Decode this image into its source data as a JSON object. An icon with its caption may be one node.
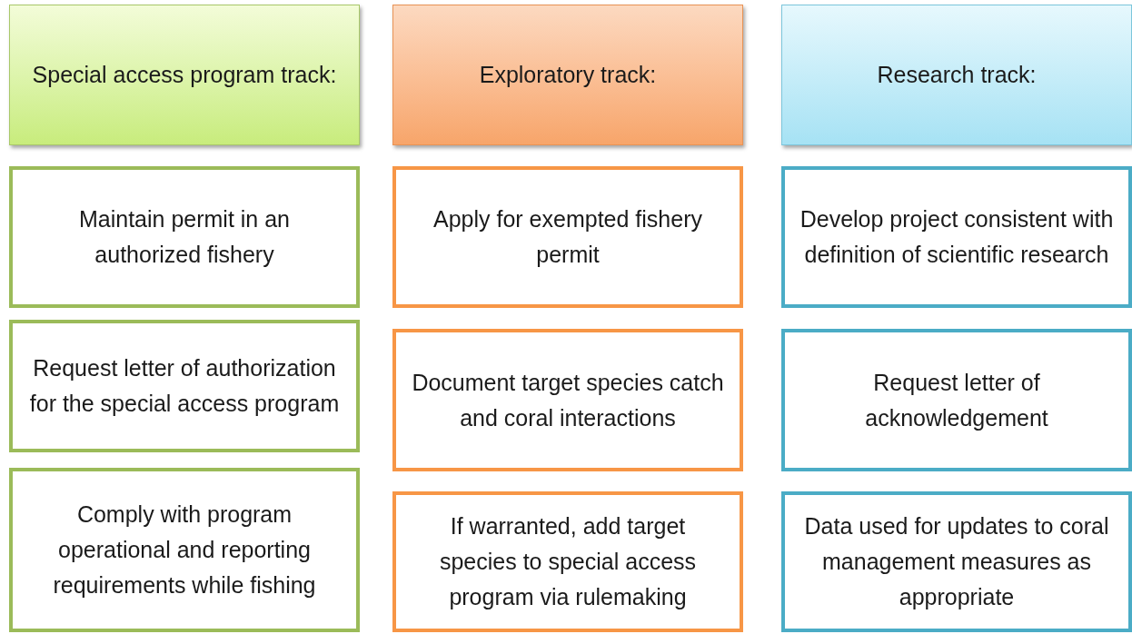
{
  "diagram": {
    "nodes": [
      {
        "text": [
          "Special access program track:"
        ]
      },
      {
        "text": [
          "Exploratory track:"
        ]
      },
      {
        "text": [
          "Research track:"
        ]
      },
      {
        "text": [
          "Maintain permit in an authorized fishery"
        ]
      },
      {
        "text": [
          "Apply for exempted fishery permit"
        ]
      },
      {
        "text": [
          "Develop project consistent with definition of scientific research"
        ]
      },
      {
        "text": [
          "Request letter of authorization for the special access program"
        ]
      },
      {
        "text": [
          "Document target species catch and coral interactions"
        ]
      },
      {
        "text": [
          "Request letter of acknowledgement"
        ]
      },
      {
        "text": [
          "Comply with program operational and reporting requirements while fishing"
        ]
      },
      {
        "text": [
          "If warranted, add target species to special access program via rulemaking"
        ]
      },
      {
        "text": [
          "Data used for updates to coral management measures as appropriate"
        ]
      }
    ]
  }
}
